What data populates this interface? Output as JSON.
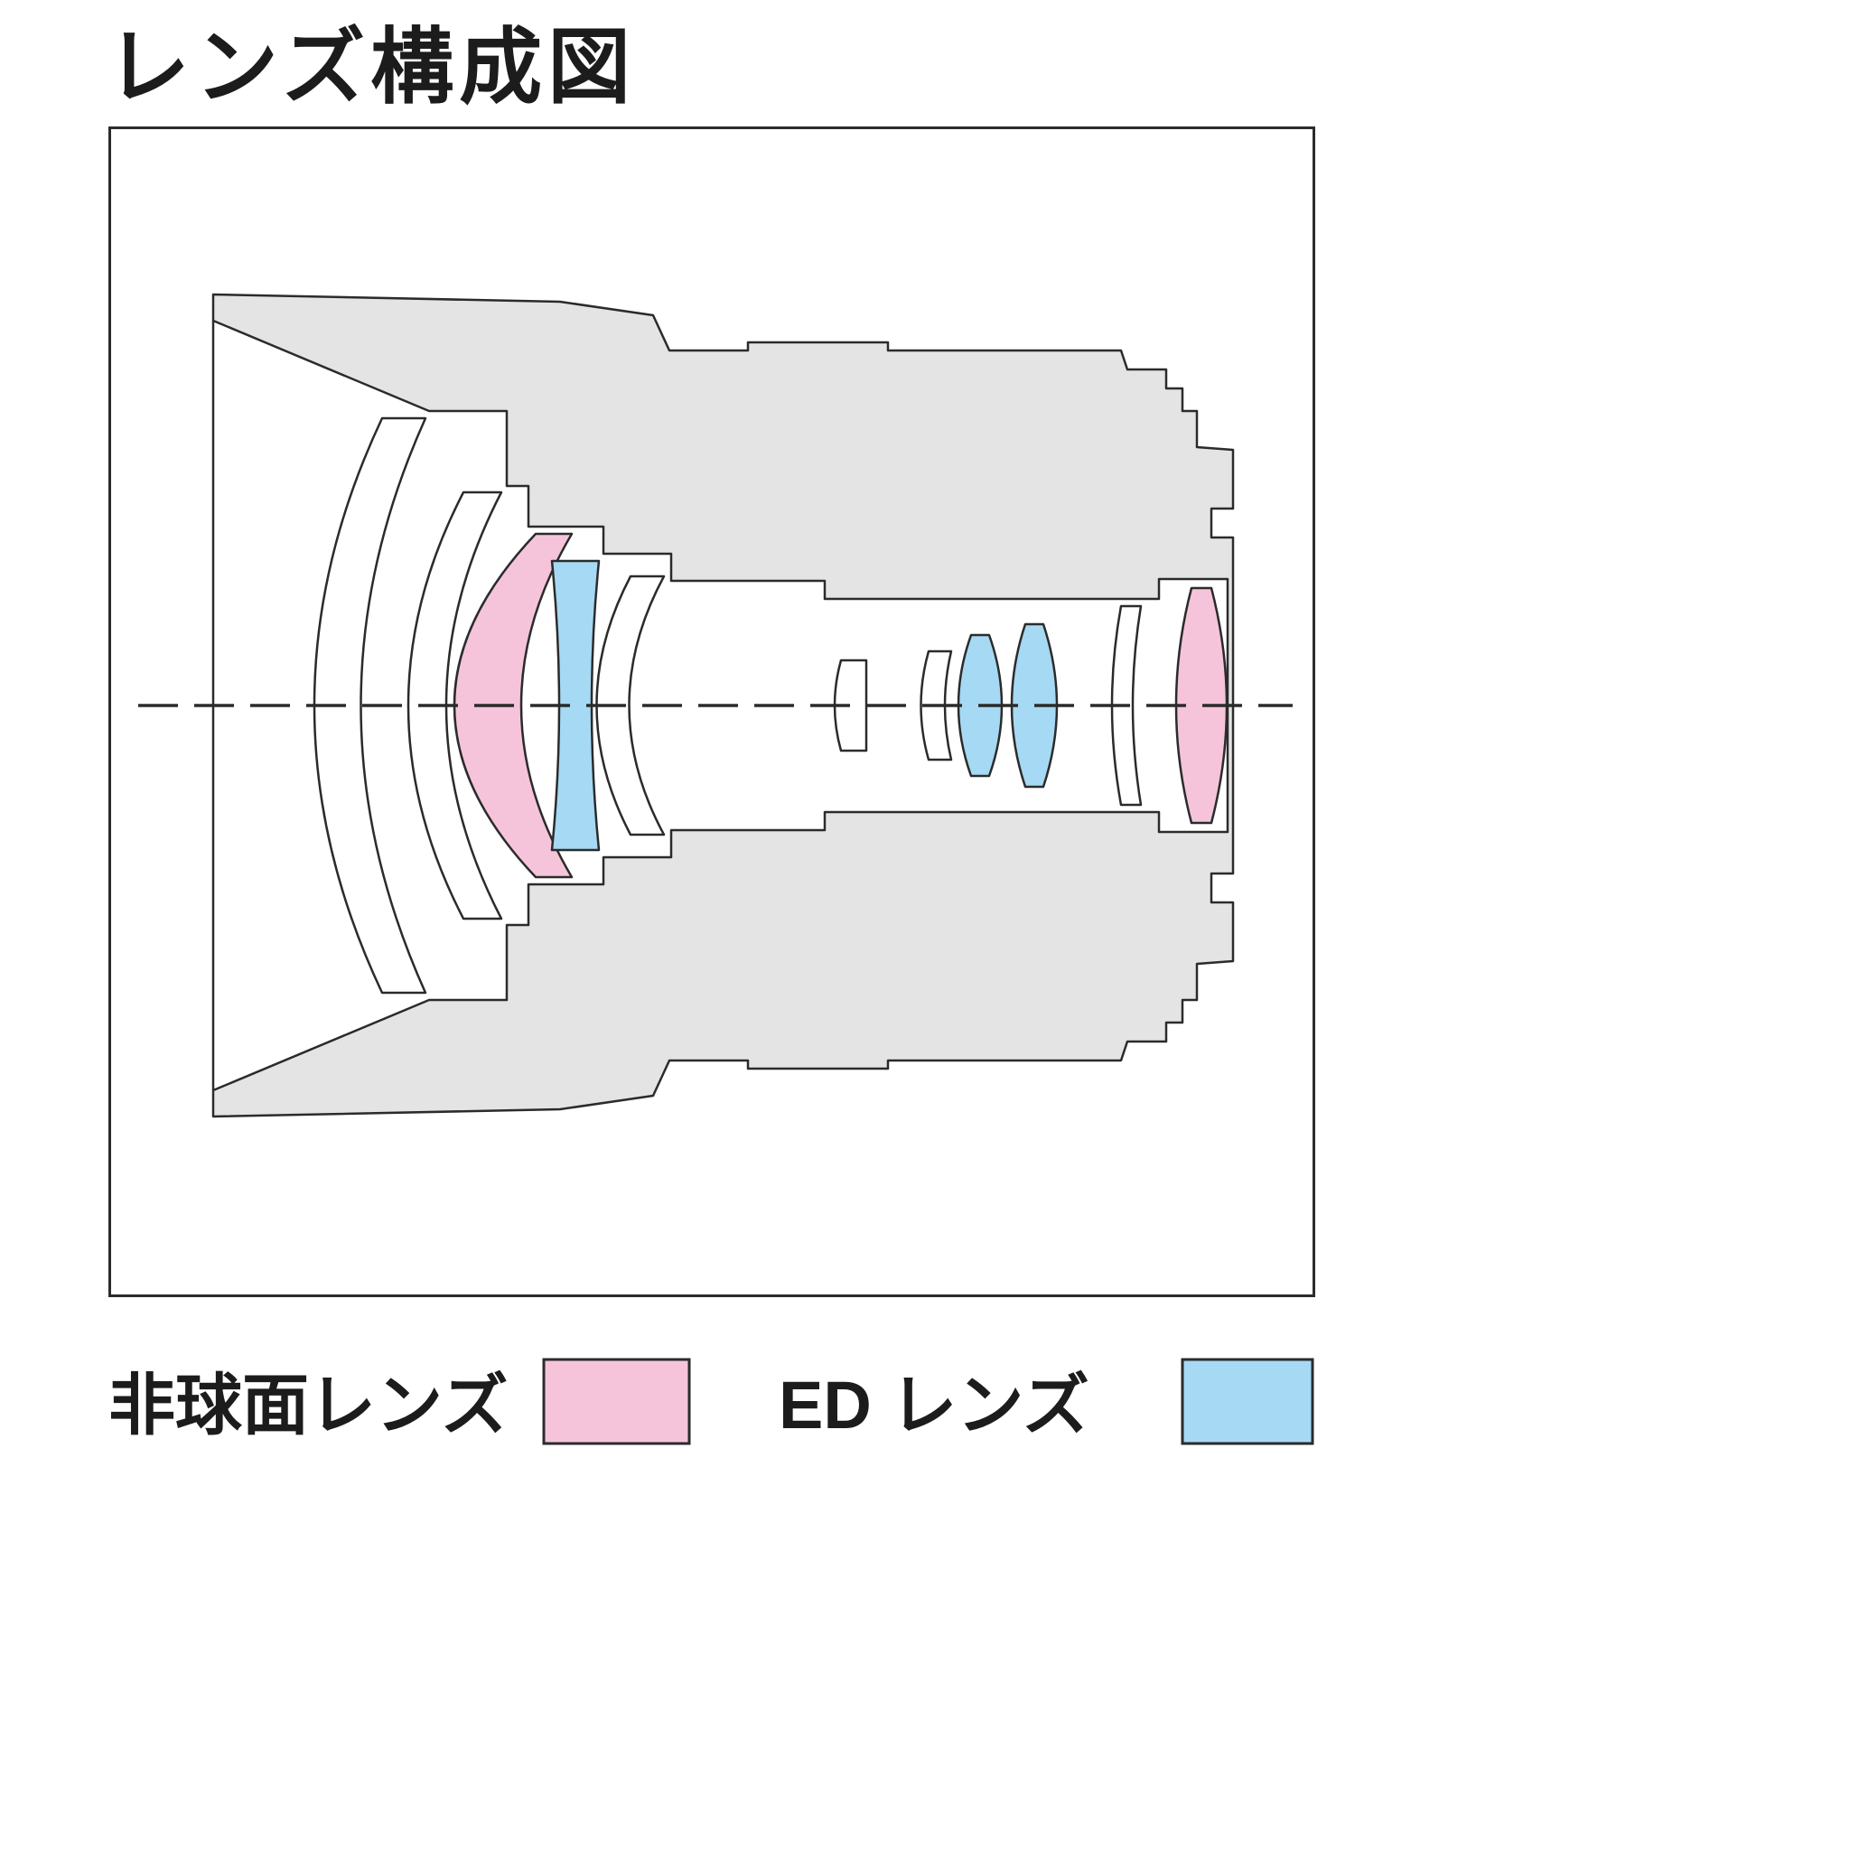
{
  "title": "レンズ構成図",
  "colors": {
    "aspherical_pink": "#F5C4DB",
    "ed_blue": "#A6D9F3",
    "body_gray": "#E4E4E4",
    "element_white": "#FFFFFF",
    "outline_black": "#2B2B2B"
  },
  "legend": {
    "aspherical": {
      "label": "非球面レンズ"
    },
    "ed": {
      "label": "ED レンズ"
    }
  },
  "diagram": {
    "kind": "lens-optical-cross-section",
    "optical_axis": "dashed horizontal line",
    "front_structure": "petal lens hood",
    "rear_structure": "stepped lens mount",
    "elements": [
      {
        "n": 1,
        "group": "front",
        "type": "standard"
      },
      {
        "n": 2,
        "group": "front",
        "type": "standard"
      },
      {
        "n": 3,
        "group": "front",
        "type": "aspherical"
      },
      {
        "n": 4,
        "group": "front",
        "type": "ed"
      },
      {
        "n": 5,
        "group": "front",
        "type": "standard"
      },
      {
        "n": 6,
        "group": "rear",
        "type": "standard"
      },
      {
        "n": 7,
        "group": "rear",
        "type": "standard"
      },
      {
        "n": 8,
        "group": "rear",
        "type": "ed"
      },
      {
        "n": 9,
        "group": "rear",
        "type": "ed"
      },
      {
        "n": 10,
        "group": "rear",
        "type": "standard"
      },
      {
        "n": 11,
        "group": "rear",
        "type": "aspherical"
      }
    ]
  }
}
